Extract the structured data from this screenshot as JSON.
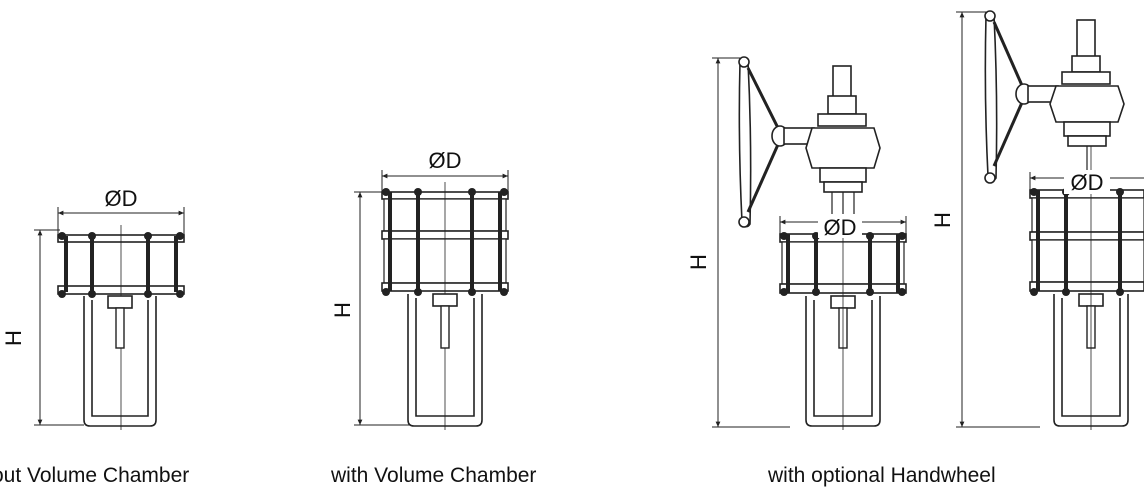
{
  "diagram": {
    "labels": {
      "diameter": "ØD",
      "height": "H"
    },
    "captions": {
      "without_chamber": "out Volume Chamber",
      "with_chamber": "with Volume Chamber",
      "with_handwheel": "with optional Handwheel"
    }
  }
}
